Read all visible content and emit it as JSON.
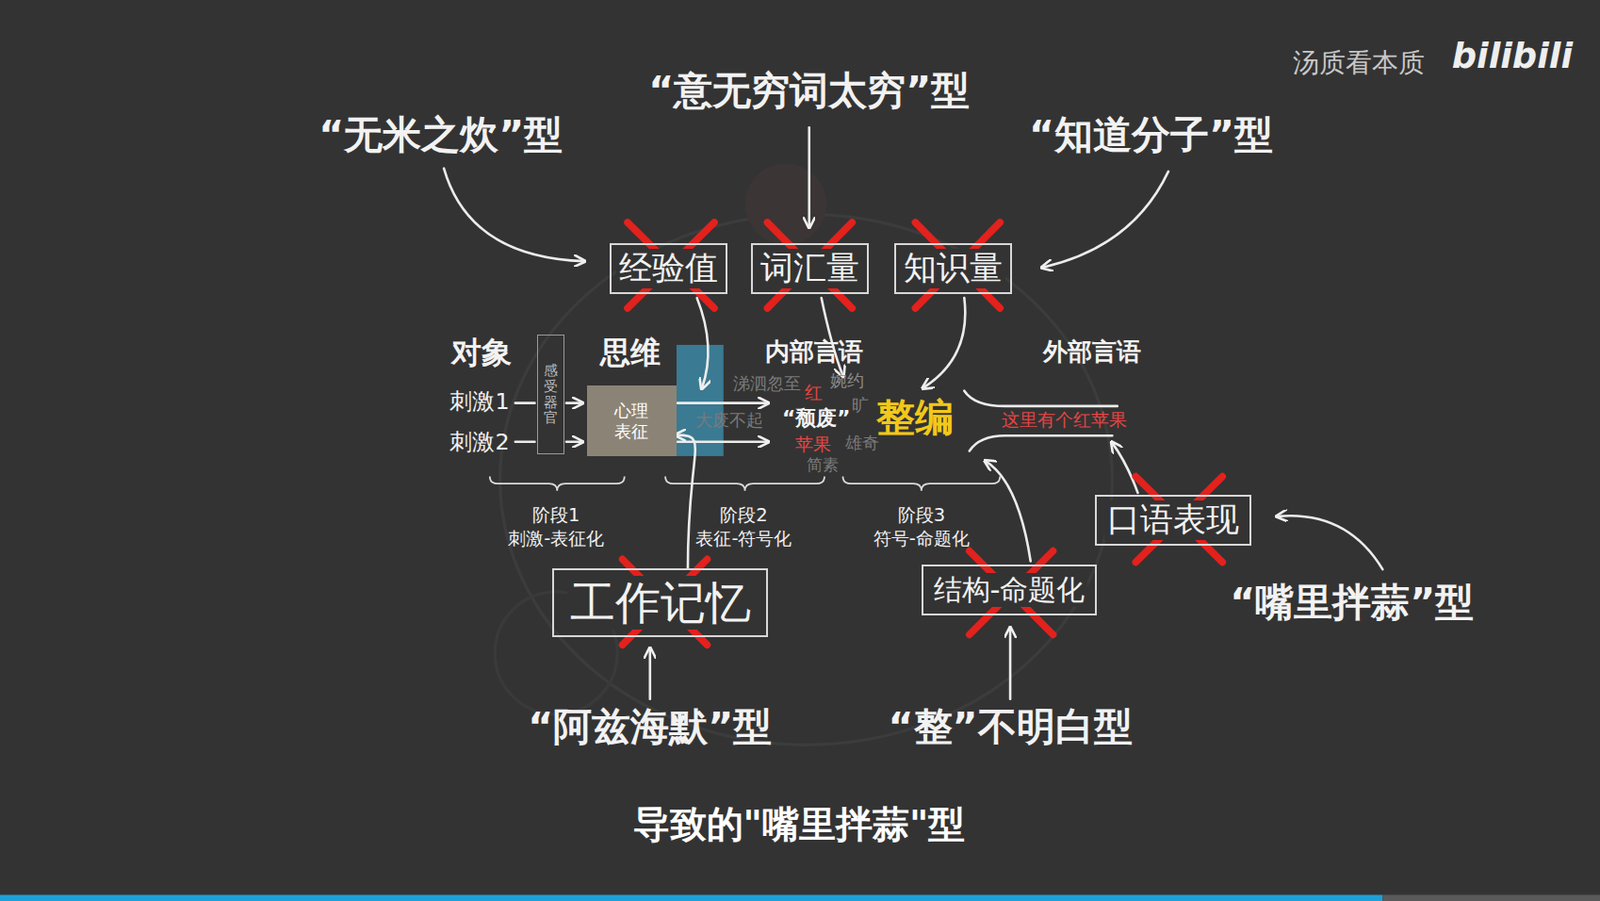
{
  "diagram": {
    "caption": "导致的\"嘴里拌蒜\"型",
    "nodes": [
      {
        "text": [
          "经验值"
        ]
      },
      {
        "text": [
          "词汇量"
        ]
      },
      {
        "text": [
          "知识量"
        ]
      },
      {
        "text": [
          "感受器官"
        ]
      },
      {
        "text": [
          "心理表征"
        ]
      },
      {
        "text": [
          "口语表现"
        ]
      },
      {
        "text": [
          "工作记忆"
        ]
      },
      {
        "text": [
          "结构-命题化"
        ]
      }
    ],
    "edges": [
      {
        "from": 6,
        "to": 4,
        "arrow": "to"
      }
    ],
    "labels": [
      "汤质看本质",
      "bilibili",
      "“无米之炊”型",
      "“意无穷词太穷”型",
      "“知道分子”型",
      "对象",
      "思维",
      "内部言语",
      "外部言语",
      "刺激1",
      "刺激2",
      "涕泗忽至",
      "婉约",
      "红",
      "大废不起",
      "“颓废”",
      "旷",
      "苹果",
      "雄奇",
      "简素",
      "整编",
      "这里有个红苹果",
      "阶段1",
      "刺激-表征化",
      "阶段2",
      "表征-符号化",
      "阶段3",
      "符号-命题化",
      "“阿兹海默”型",
      "“整”不明白型",
      "“嘴里拌蒜”型"
    ]
  }
}
